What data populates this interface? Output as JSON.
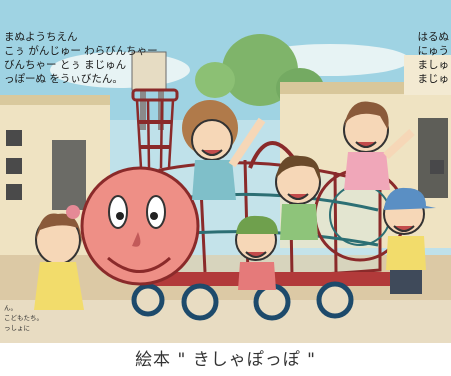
{
  "text_left": {
    "lines": [
      "まぬようちえん",
      "こぅ がんじゅー わらびんちゃー",
      "びんちゃー とぅ まじゅん",
      "っぽーぬ をうぃびたん。"
    ]
  },
  "text_right": {
    "lines": [
      "はるぬ",
      "にゅう",
      "ましゅ",
      "まじゅ"
    ]
  },
  "text_bottom_left": {
    "lines": [
      "ん。",
      "こどもたち。",
      "っしょに"
    ]
  },
  "caption": "絵本 \" きしゃぽっぽ \"",
  "colors": {
    "sky": "#9fd3e3",
    "building": "#efe3c2",
    "ground": "#dcc9a5",
    "train_frame": "#8a2a2a",
    "train_face": "#ee8f86",
    "wheels": "#1d4a6b"
  }
}
